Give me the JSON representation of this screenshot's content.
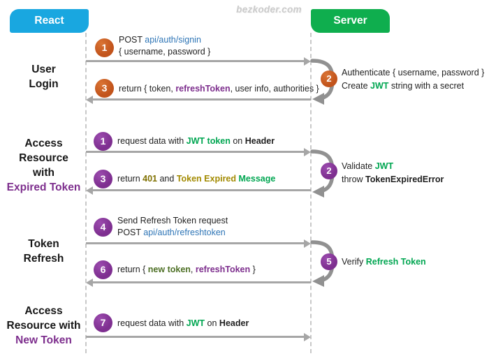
{
  "watermark": "bezkoder.com",
  "actors": {
    "left": "React",
    "right": "Server"
  },
  "colors": {
    "react_box": "#19A7E0",
    "server_box": "#0FAE4E",
    "step_orange": "#C2541C",
    "step_purple": "#7E2F90",
    "keyword_green": "#00A651",
    "keyword_dark_green": "#4E7026",
    "keyword_purple": "#7D2E8D",
    "keyword_blue": "#2E75B6",
    "keyword_olive": "#7F7000",
    "keyword_gold": "#A28A00",
    "arrow_gray": "#A6A6A6"
  },
  "titles": {
    "s1": [
      [
        {
          "text": "User"
        }
      ],
      [
        {
          "text": "Login"
        }
      ]
    ],
    "s2": [
      [
        {
          "text": "Access"
        }
      ],
      [
        {
          "text": "Resource"
        }
      ],
      [
        {
          "text": "with"
        }
      ],
      [
        {
          "text": "Expired Token",
          "color": "#7D2E8D"
        }
      ]
    ],
    "s3": [
      [
        {
          "text": "Token"
        }
      ],
      [
        {
          "text": "Refresh"
        }
      ]
    ],
    "s4": [
      [
        {
          "text": "Access"
        }
      ],
      [
        {
          "text": "Resource with"
        }
      ],
      [
        {
          "text": "New Token",
          "color": "#7D2E8D"
        }
      ]
    ]
  },
  "messages": {
    "m1": {
      "num": "1",
      "lines": [
        [
          {
            "text": "POST "
          },
          {
            "text": "api/auth/signin",
            "color": "#2E75B6"
          }
        ],
        [
          {
            "text": "{ username, password }"
          }
        ]
      ]
    },
    "m3": {
      "num": "3",
      "lines": [
        [
          {
            "text": "return { token, "
          },
          {
            "text": "refreshToken",
            "color": "#7D2E8D",
            "bold": true
          },
          {
            "text": ", user info, authorities }"
          }
        ]
      ]
    },
    "m2a": {
      "num": "1",
      "lines": [
        [
          {
            "text": "request data with "
          },
          {
            "text": "JWT token",
            "color": "#00A651",
            "bold": true
          },
          {
            "text": " on "
          },
          {
            "text": "Header",
            "bold": true
          }
        ]
      ]
    },
    "m2b": {
      "num": "3",
      "lines": [
        [
          {
            "text": "return "
          },
          {
            "text": "401",
            "color": "#7F7000",
            "bold": true
          },
          {
            "text": " and "
          },
          {
            "text": "Token Expired ",
            "color": "#A28A00",
            "bold": true
          },
          {
            "text": "Message",
            "color": "#00A651",
            "bold": true
          }
        ]
      ]
    },
    "m4": {
      "num": "4",
      "lines": [
        [
          {
            "text": "Send Refresh Token request"
          }
        ],
        [
          {
            "text": "POST "
          },
          {
            "text": "api/auth/refreshtoken",
            "color": "#2E75B6"
          }
        ]
      ]
    },
    "m6": {
      "num": "6",
      "lines": [
        [
          {
            "text": "return { "
          },
          {
            "text": "new token",
            "color": "#4E7026",
            "bold": true
          },
          {
            "text": ", "
          },
          {
            "text": "refreshToken",
            "color": "#7D2E8D",
            "bold": true
          },
          {
            "text": " }"
          }
        ]
      ]
    },
    "m7": {
      "num": "7",
      "lines": [
        [
          {
            "text": "request data with "
          },
          {
            "text": "JWT",
            "color": "#00A651",
            "bold": true
          },
          {
            "text": " on "
          },
          {
            "text": "Header",
            "bold": true
          }
        ]
      ]
    }
  },
  "notes": {
    "n1": {
      "num": "2",
      "lines": [
        [
          {
            "text": "Authenticate { username, password }"
          }
        ],
        [
          {
            "text": "Create "
          },
          {
            "text": "JWT",
            "color": "#00A651",
            "bold": true
          },
          {
            "text": " string with a secret"
          }
        ]
      ]
    },
    "n2": {
      "num": "2",
      "lines": [
        [
          {
            "text": "Validate "
          },
          {
            "text": "JWT",
            "color": "#00A651",
            "bold": true
          }
        ],
        [
          {
            "text": "throw "
          },
          {
            "text": "TokenExpiredError",
            "bold": true
          }
        ]
      ]
    },
    "n3": {
      "num": "5",
      "lines": [
        [
          {
            "text": "Verify "
          },
          {
            "text": "Refresh Token",
            "color": "#00A651",
            "bold": true
          }
        ]
      ]
    }
  }
}
